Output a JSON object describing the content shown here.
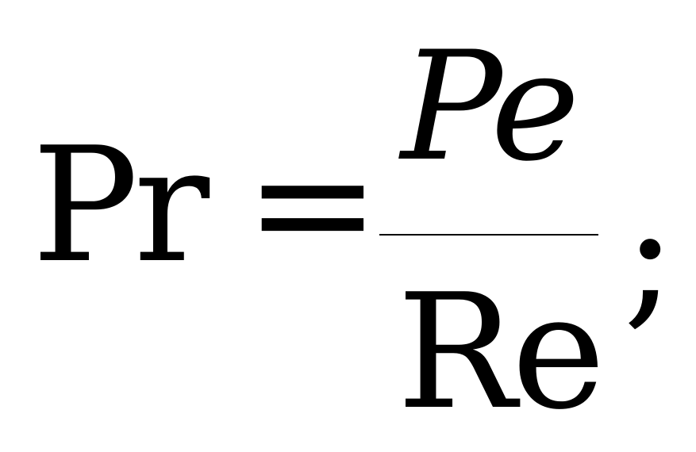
{
  "formula": {
    "lhs": "Pr",
    "equals": "=",
    "numerator": "Pe",
    "denominator": "Re",
    "terminator": ";"
  }
}
